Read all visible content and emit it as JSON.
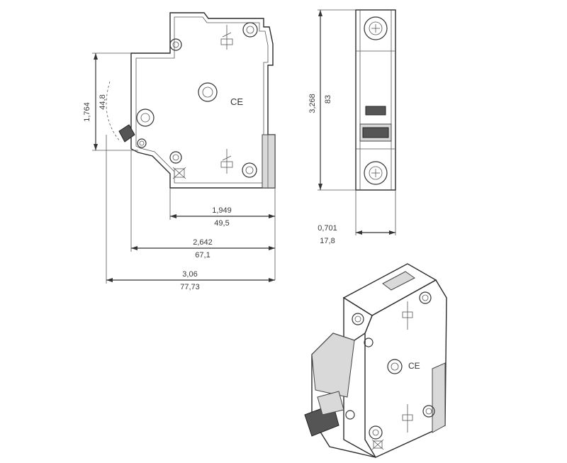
{
  "side_view": {
    "logo": "CE",
    "dim_height_in": "1,764",
    "dim_height_mm": "44,8",
    "dim_w1_in": "1,949",
    "dim_w1_mm": "49,5",
    "dim_w2_in": "2,642",
    "dim_w2_mm": "67,1",
    "dim_w3_in": "3,06",
    "dim_w3_mm": "77,73"
  },
  "front_view": {
    "dim_height_in": "3,268",
    "dim_height_mm": "83",
    "dim_width_in": "0,701",
    "dim_width_mm": "17,8"
  },
  "iso_view": {
    "logo": "CE"
  }
}
